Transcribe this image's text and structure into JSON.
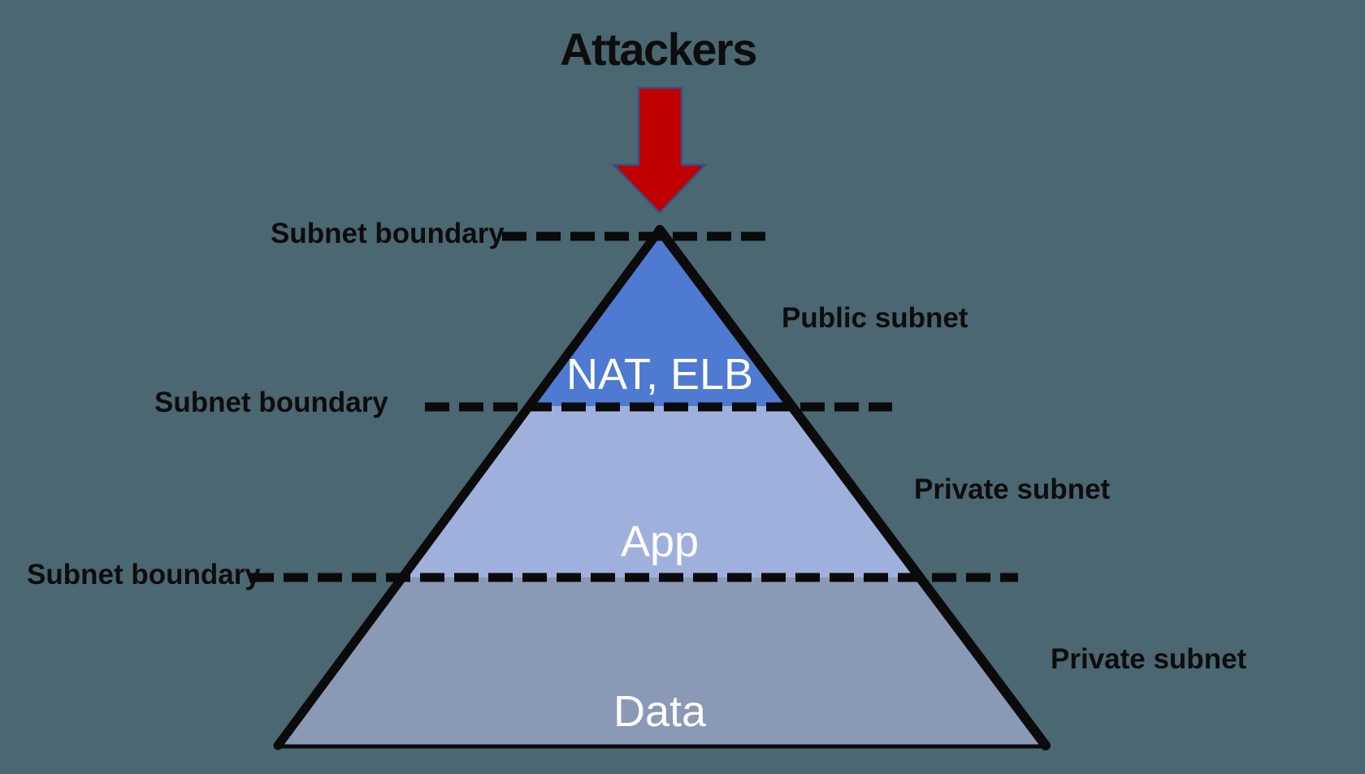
{
  "labels": {
    "attackers": "Attackers",
    "subnet_boundary_1": "Subnet boundary",
    "subnet_boundary_2": "Subnet boundary",
    "subnet_boundary_3": "Subnet boundary",
    "public_subnet": "Public subnet",
    "private_subnet_1": "Private subnet",
    "private_subnet_2": "Private subnet"
  },
  "pyramid": {
    "layers": [
      {
        "tier": "public-subnet-tier",
        "label": "NAT, ELB",
        "zone": "Public subnet",
        "color": "#4E7AD1"
      },
      {
        "tier": "app-private-tier",
        "label": "App",
        "zone": "Private subnet",
        "color": "#9FB0DC"
      },
      {
        "tier": "data-private-tier",
        "label": "Data",
        "zone": "Private subnet",
        "color": "#8A99B6"
      }
    ]
  },
  "colors": {
    "background": "#4B6771",
    "public_layer": "#4E7AD1",
    "app_layer": "#9FB0DC",
    "data_layer": "#8A99B6",
    "edge": "#0B0B0C",
    "dash": "#0A0A0A",
    "arrow_fill": "#C00000",
    "arrow_outline": "#31538F",
    "label_dark": "#0D0D0D",
    "label_light": "#FFFFFF"
  }
}
